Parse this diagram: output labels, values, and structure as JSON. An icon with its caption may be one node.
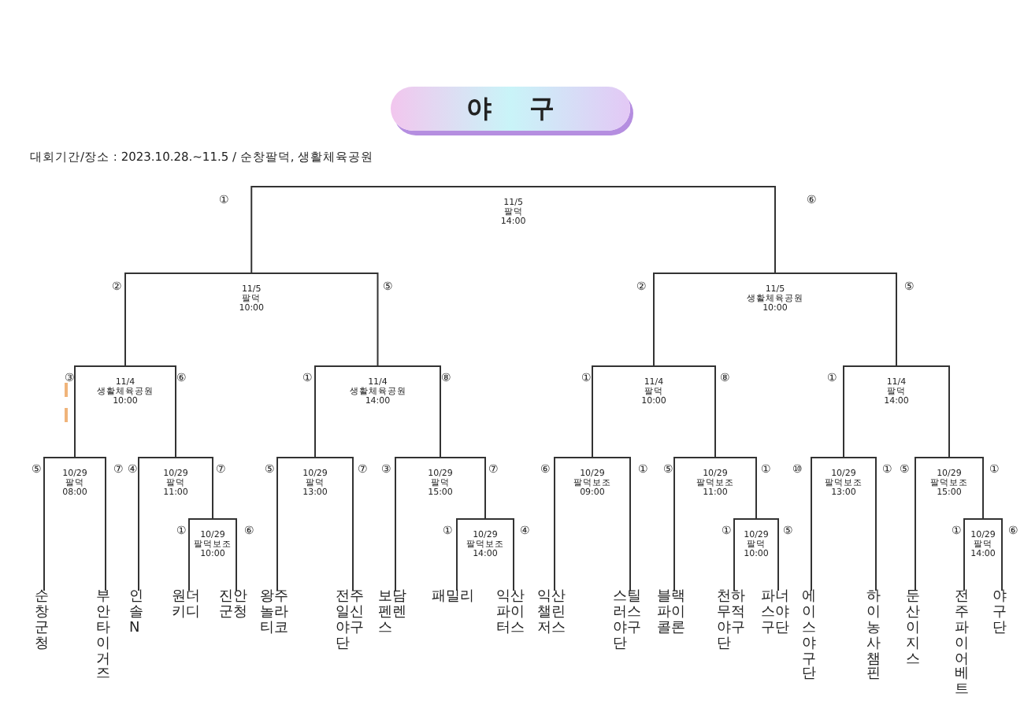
{
  "diagram": {
    "title": "야 구",
    "nodes": [
      {
        "text": [
          "11/5 팔덕 14:00"
        ]
      },
      {
        "text": [
          "11/5 팔덕 10:00"
        ]
      },
      {
        "text": [
          "11/5 생활체육공원 10:00"
        ]
      },
      {
        "text": [
          "11/4 생활체육공원 10:00"
        ]
      },
      {
        "text": [
          "11/4 생활체육공원 14:00"
        ]
      },
      {
        "text": [
          "11/4 팔덕 10:00"
        ]
      },
      {
        "text": [
          "11/4 팔덕 14:00"
        ]
      },
      {
        "text": [
          "10/29 팔덕 08:00"
        ]
      },
      {
        "text": [
          "10/29 팔덕 11:00"
        ]
      },
      {
        "text": [
          "10/29 팔덕보조 10:00"
        ]
      },
      {
        "text": [
          "10/29 팔덕 13:00"
        ]
      },
      {
        "text": [
          "10/29 팔덕 15:00"
        ]
      },
      {
        "text": [
          "10/29 팔덕보조 14:00"
        ]
      },
      {
        "text": [
          "10/29 팔덕보조 09:00"
        ]
      },
      {
        "text": [
          "10/29 팔덕보조 11:00"
        ]
      },
      {
        "text": [
          "10/29 팔덕 10:00"
        ]
      },
      {
        "text": [
          "10/29 팔덕보조 13:00"
        ]
      },
      {
        "text": [
          "10/29 팔덕보조 15:00"
        ]
      },
      {
        "text": [
          "10/29 팔덕 14:00"
        ]
      },
      {
        "text": [
          "순창군청"
        ]
      },
      {
        "text": [
          "부안타이거즈"
        ]
      },
      {
        "text": [
          "인솔N"
        ]
      },
      {
        "text": [
          "원더키디"
        ]
      },
      {
        "text": [
          "진안군청"
        ]
      },
      {
        "text": [
          "왕주놀라티코"
        ]
      },
      {
        "text": [
          "전주일신야구단"
        ]
      },
      {
        "text": [
          "보담펜렌스"
        ]
      },
      {
        "text": [
          "패밀리"
        ]
      },
      {
        "text": [
          "익산파이터스"
        ]
      },
      {
        "text": [
          "익산챌린저스"
        ]
      },
      {
        "text": [
          "스틸러스야구단"
        ]
      },
      {
        "text": [
          "블랙파이콜론"
        ]
      },
      {
        "text": [
          "천하무적야구단"
        ]
      },
      {
        "text": [
          "파너스야구단"
        ]
      },
      {
        "text": [
          "에이스야구단"
        ]
      },
      {
        "text": [
          "하이농사챔핀"
        ]
      },
      {
        "text": [
          "둔산이지스"
        ]
      },
      {
        "text": [
          "전주파이어베트"
        ]
      },
      {
        "text": [
          "야구단"
        ]
      }
    ],
    "edges": [
      {
        "from": 1,
        "to": 0,
        "arrow": "none"
      },
      {
        "from": 2,
        "to": 0,
        "arrow": "none"
      },
      {
        "from": 3,
        "to": 1,
        "arrow": "none"
      },
      {
        "from": 4,
        "to": 1,
        "arrow": "none"
      },
      {
        "from": 5,
        "to": 2,
        "arrow": "none"
      },
      {
        "from": 6,
        "to": 2,
        "arrow": "none"
      },
      {
        "from": 7,
        "to": 3,
        "arrow": "none"
      },
      {
        "from": 8,
        "to": 3,
        "arrow": "none"
      },
      {
        "from": 10,
        "to": 4,
        "arrow": "none"
      },
      {
        "from": 11,
        "to": 4,
        "arrow": "none"
      },
      {
        "from": 13,
        "to": 5,
        "arrow": "none"
      },
      {
        "from": 14,
        "to": 5,
        "arrow": "none"
      },
      {
        "from": 16,
        "to": 6,
        "arrow": "none"
      },
      {
        "from": 17,
        "to": 6,
        "arrow": "none"
      },
      {
        "from": 19,
        "to": 7,
        "arrow": "none"
      },
      {
        "from": 20,
        "to": 7,
        "arrow": "none"
      },
      {
        "from": 21,
        "to": 8,
        "arrow": "none"
      },
      {
        "from": 9,
        "to": 8,
        "arrow": "none"
      },
      {
        "from": 22,
        "to": 9,
        "arrow": "none"
      },
      {
        "from": 23,
        "to": 9,
        "arrow": "none"
      },
      {
        "from": 24,
        "to": 10,
        "arrow": "none"
      },
      {
        "from": 25,
        "to": 10,
        "arrow": "none"
      },
      {
        "from": 26,
        "to": 11,
        "arrow": "none"
      },
      {
        "from": 12,
        "to": 11,
        "arrow": "none"
      },
      {
        "from": 27,
        "to": 12,
        "arrow": "none"
      },
      {
        "from": 28,
        "to": 12,
        "arrow": "none"
      },
      {
        "from": 29,
        "to": 13,
        "arrow": "none"
      },
      {
        "from": 30,
        "to": 13,
        "arrow": "none"
      },
      {
        "from": 31,
        "to": 14,
        "arrow": "none"
      },
      {
        "from": 15,
        "to": 14,
        "arrow": "none"
      },
      {
        "from": 32,
        "to": 15,
        "arrow": "none"
      },
      {
        "from": 33,
        "to": 15,
        "arrow": "none"
      },
      {
        "from": 34,
        "to": 16,
        "arrow": "none"
      },
      {
        "from": 35,
        "to": 16,
        "arrow": "none"
      },
      {
        "from": 36,
        "to": 17,
        "arrow": "none"
      },
      {
        "from": 18,
        "to": 17,
        "arrow": "none"
      },
      {
        "from": 37,
        "to": 18,
        "arrow": "none"
      },
      {
        "from": 38,
        "to": 18,
        "arrow": "none"
      }
    ],
    "labels": [
      "대회기간/장소 : 2023.10.28.~11.5 / 순창팔덕, 생활체육공원",
      "①",
      "⑥",
      "②",
      "⑤",
      "②",
      "⑤",
      "③",
      "⑥",
      "①",
      "⑧",
      "①",
      "⑧",
      "①",
      "⑤",
      "⑦",
      "④",
      "⑦",
      "①",
      "⑥",
      "⑤",
      "⑦",
      "③",
      "⑦",
      "①",
      "④",
      "⑥",
      "①",
      "⑤",
      "①",
      "①",
      "⑤",
      "⑩",
      "①",
      "⑤",
      "①",
      "①",
      "⑥"
    ]
  }
}
